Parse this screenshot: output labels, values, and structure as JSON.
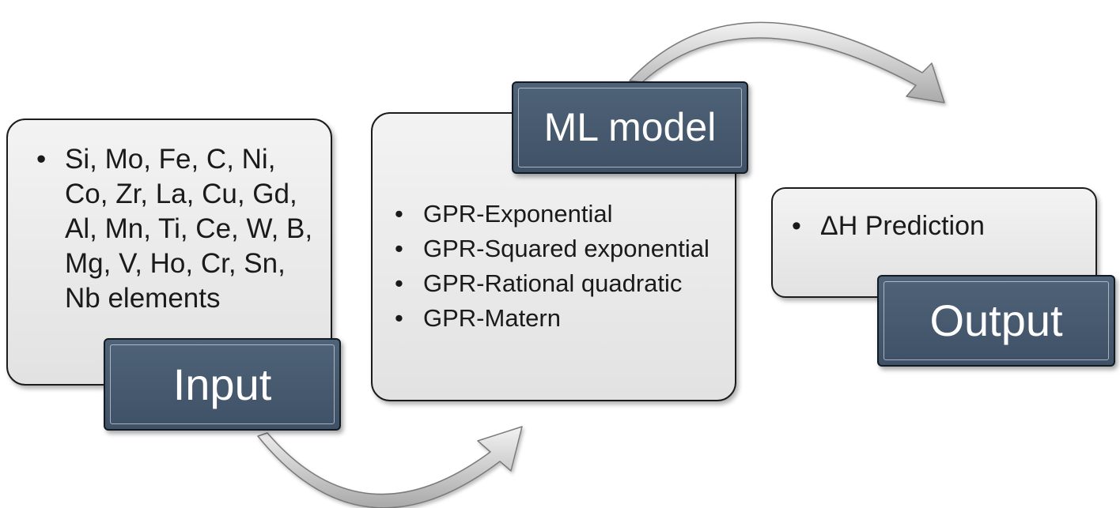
{
  "input": {
    "label": "Input",
    "items": [
      "Si, Mo, Fe, C, Ni, Co, Zr, La, Cu, Gd, Al, Mn, Ti, Ce, W, B, Mg, V, Ho, Cr, Sn, Nb elements"
    ]
  },
  "model": {
    "label": "ML model",
    "items": [
      "GPR-Exponential",
      "GPR-Squared exponential",
      "GPR-Rational quadratic",
      "GPR-Matern"
    ]
  },
  "output": {
    "label": "Output",
    "items": [
      "ΔH Prediction"
    ]
  },
  "colors": {
    "panel_fill": "#e6e6e6",
    "label_fill": "#44566b",
    "arrow_fill": "#c8c8c8"
  }
}
